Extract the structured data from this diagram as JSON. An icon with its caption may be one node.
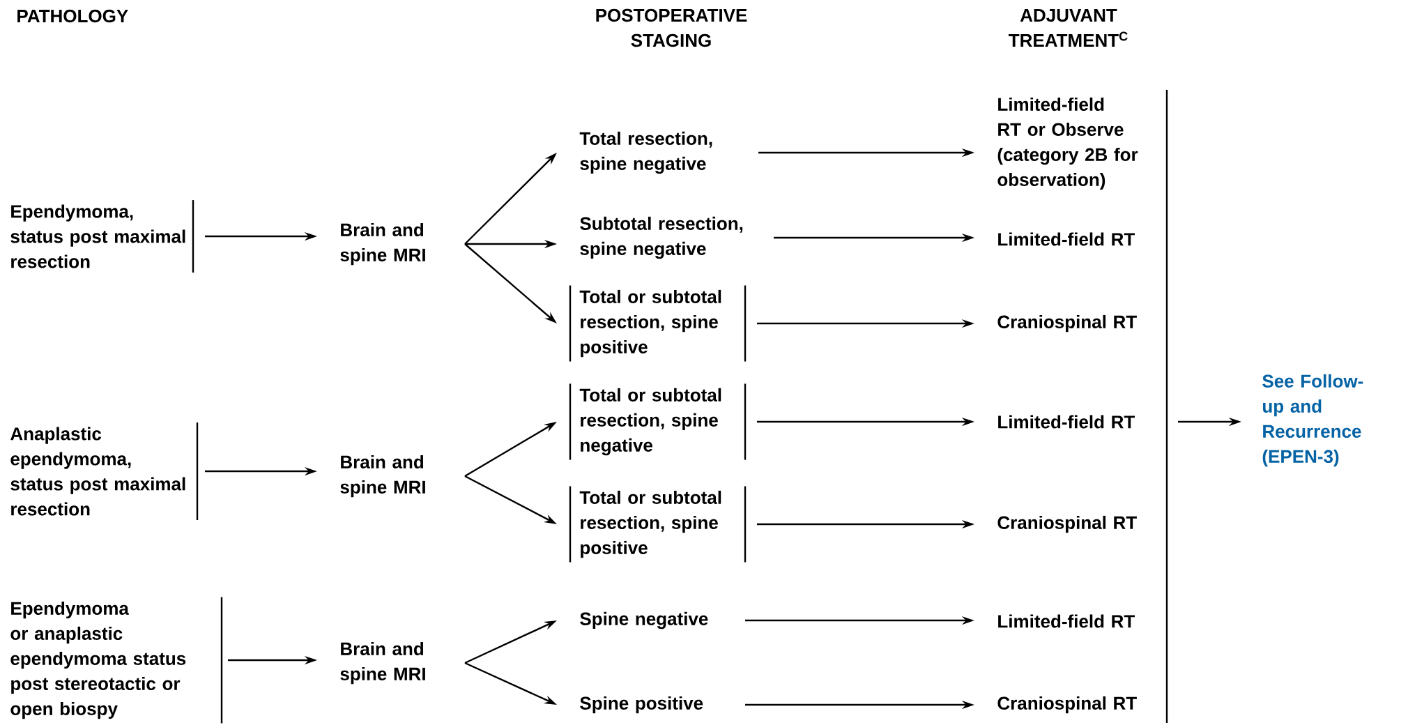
{
  "diagram": {
    "nodes": [
      {
        "text": [
          "Ependymoma, status post maximal resection"
        ]
      },
      {
        "text": [
          "Brain and spine MRI"
        ]
      },
      {
        "text": [
          "Total resection, spine negative"
        ]
      },
      {
        "text": [
          "Subtotal resection, spine negative"
        ]
      },
      {
        "text": [
          "Total or subtotal resection, spine positive"
        ]
      },
      {
        "text": [
          "Anaplastic ependymoma, status post maximal resection"
        ]
      },
      {
        "text": [
          "Brain and spine MRI"
        ]
      },
      {
        "text": [
          "Total or subtotal resection, spine negative"
        ]
      },
      {
        "text": [
          "Total or subtotal resection, spine positive"
        ]
      },
      {
        "text": [
          "Ependymoma or anaplastic ependymoma status post stereotactic or open biospy"
        ]
      },
      {
        "text": [
          "Brain and spine MRI"
        ]
      },
      {
        "text": [
          "Spine negative"
        ]
      },
      {
        "text": [
          "Spine positive"
        ]
      },
      {
        "text": [
          "Limited-field RT or Observe (category 2B for observation)"
        ]
      },
      {
        "text": [
          "Limited-field RT"
        ]
      },
      {
        "text": [
          "Craniospinal RT"
        ]
      },
      {
        "text": [
          "Limited-field RT"
        ]
      },
      {
        "text": [
          "Craniospinal RT"
        ]
      },
      {
        "text": [
          "Limited-field RT"
        ]
      },
      {
        "text": [
          "Craniospinal RT"
        ]
      },
      {
        "text": [
          "See Follow-up and Recurrence (EPEN-3)"
        ]
      }
    ],
    "edges": [
      {
        "from": 0,
        "to": 1,
        "arrow": "to"
      },
      {
        "from": 1,
        "to": 2,
        "arrow": "to"
      },
      {
        "from": 1,
        "to": 3,
        "arrow": "to"
      },
      {
        "from": 1,
        "to": 4,
        "arrow": "to"
      },
      {
        "from": 2,
        "to": 13,
        "arrow": "to"
      },
      {
        "from": 3,
        "to": 14,
        "arrow": "to"
      },
      {
        "from": 4,
        "to": 15,
        "arrow": "to"
      },
      {
        "from": 5,
        "to": 6,
        "arrow": "to"
      },
      {
        "from": 6,
        "to": 7,
        "arrow": "to"
      },
      {
        "from": 6,
        "to": 8,
        "arrow": "to"
      },
      {
        "from": 7,
        "to": 16,
        "arrow": "to"
      },
      {
        "from": 8,
        "to": 17,
        "arrow": "to"
      },
      {
        "from": 9,
        "to": 10,
        "arrow": "to"
      },
      {
        "from": 10,
        "to": 11,
        "arrow": "to"
      },
      {
        "from": 10,
        "to": 12,
        "arrow": "to"
      },
      {
        "from": 11,
        "to": 18,
        "arrow": "to"
      },
      {
        "from": 12,
        "to": 19,
        "arrow": "to"
      },
      {
        "from": null,
        "to": 20,
        "arrow": "to"
      }
    ],
    "labels": [
      "PATHOLOGY",
      "POSTOPERATIVE STAGING",
      "ADJUVANT TREATMENT$^{C}$"
    ]
  }
}
